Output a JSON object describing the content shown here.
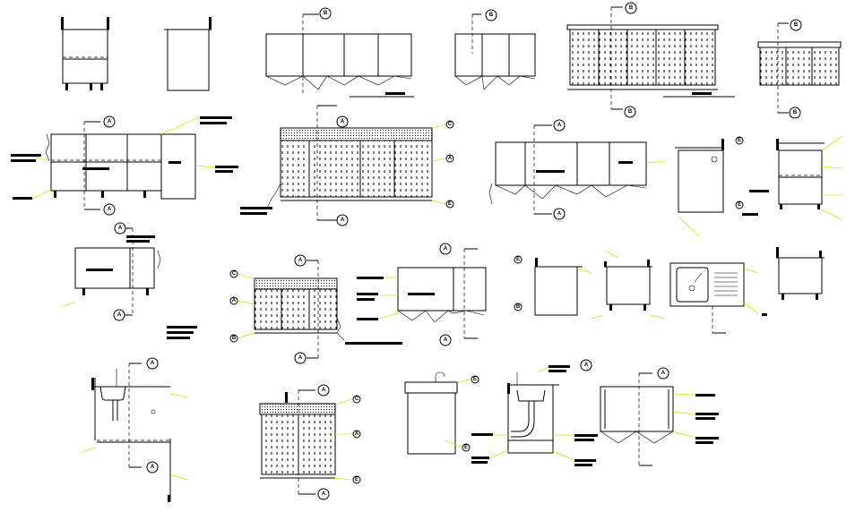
{
  "drawing": {
    "section_markers": [
      {
        "letter": "B"
      },
      {
        "letter": "B"
      },
      {
        "letter": "B"
      },
      {
        "letter": "B"
      },
      {
        "letter": "B"
      },
      {
        "letter": "B"
      },
      {
        "letter": "A"
      },
      {
        "letter": "A"
      },
      {
        "letter": "A"
      },
      {
        "letter": "A"
      },
      {
        "letter": "A"
      },
      {
        "letter": "A"
      },
      {
        "letter": "A"
      },
      {
        "letter": "A"
      },
      {
        "letter": "A"
      },
      {
        "letter": "A"
      },
      {
        "letter": "A"
      },
      {
        "letter": "A"
      },
      {
        "letter": "A"
      },
      {
        "letter": "A"
      },
      {
        "letter": "A"
      },
      {
        "letter": "A"
      },
      {
        "letter": "A"
      },
      {
        "letter": "A"
      }
    ],
    "callouts": [
      {
        "letter": "C"
      },
      {
        "letter": "A"
      },
      {
        "letter": "E"
      },
      {
        "letter": "E"
      },
      {
        "letter": "E"
      },
      {
        "letter": "C"
      },
      {
        "letter": "A"
      },
      {
        "letter": "B"
      },
      {
        "letter": "E"
      },
      {
        "letter": "B"
      },
      {
        "letter": "C"
      },
      {
        "letter": "A"
      },
      {
        "letter": "E"
      },
      {
        "letter": "E"
      },
      {
        "letter": "E"
      }
    ]
  },
  "colors": {
    "line": "#000000",
    "leader": "#e8d800",
    "background": "#ffffff"
  }
}
